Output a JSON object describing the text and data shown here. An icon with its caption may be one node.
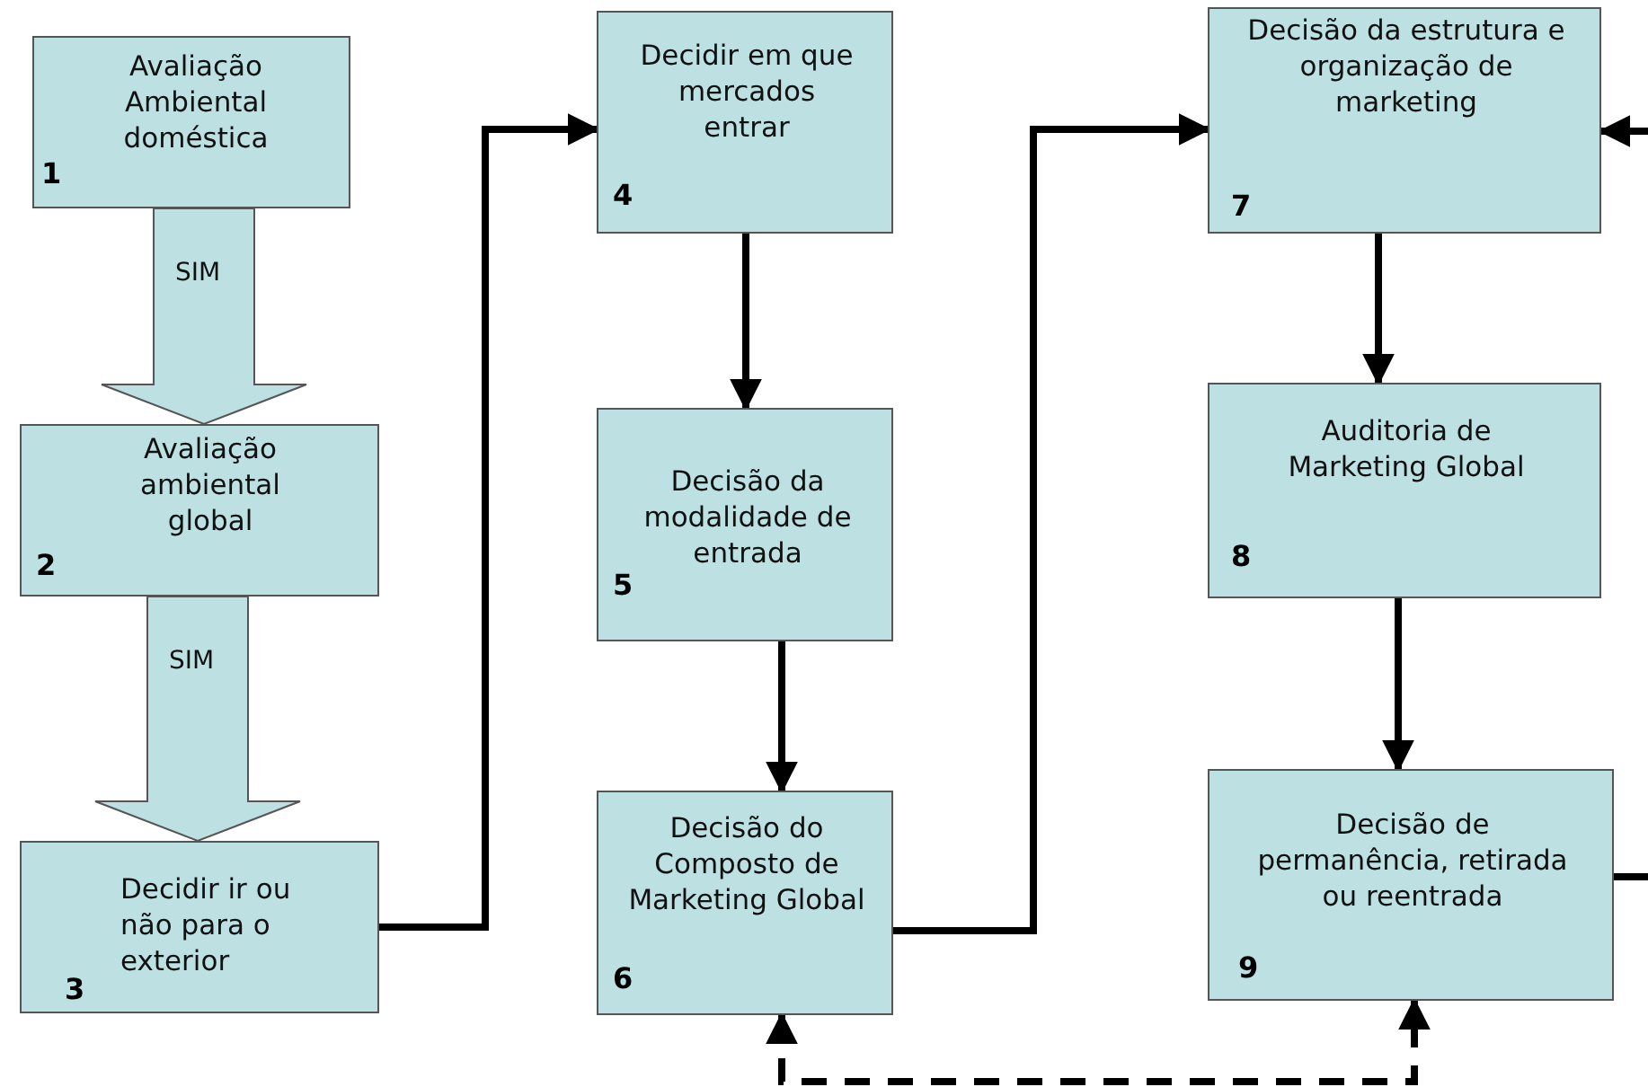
{
  "diagram": {
    "nodes": [
      {
        "text": [
          "Avaliação Ambiental doméstica",
          "1"
        ]
      },
      {
        "text": [
          "Avaliação ambiental global",
          "2"
        ]
      },
      {
        "text": [
          "Decidir ir ou não para o exterior",
          "3"
        ]
      },
      {
        "text": [
          "Decidir em que mercados entrar",
          "4"
        ]
      },
      {
        "text": [
          "Decisão da modalidade de entrada",
          "5"
        ]
      },
      {
        "text": [
          "Decisão do Composto de Marketing Global",
          "6"
        ]
      },
      {
        "text": [
          "Decisão da estrutura e organização de marketing",
          "7"
        ]
      },
      {
        "text": [
          "Auditoria de Marketing Global",
          "8"
        ]
      },
      {
        "text": [
          "Decisão de permanência, retirada ou reentrada",
          "9"
        ]
      }
    ],
    "edges": [
      {
        "from": 0,
        "to": 1,
        "arrow": "to",
        "label": "SIM",
        "style": "thick"
      },
      {
        "from": 1,
        "to": 2,
        "arrow": "to",
        "label": "SIM",
        "style": "thick"
      },
      {
        "from": 2,
        "to": 3,
        "arrow": "to"
      },
      {
        "from": 3,
        "to": 4,
        "arrow": "to"
      },
      {
        "from": 4,
        "to": 5,
        "arrow": "to"
      },
      {
        "from": 5,
        "to": 6,
        "arrow": "to"
      },
      {
        "from": 6,
        "to": 7,
        "arrow": "to"
      },
      {
        "from": 7,
        "to": 8,
        "arrow": "to"
      },
      {
        "from": null,
        "to": 6,
        "arrow": "to"
      },
      {
        "from": 8,
        "to": null,
        "arrow": "none"
      },
      {
        "from": 5,
        "to": 8,
        "arrow": "both",
        "style": "dashed"
      }
    ]
  }
}
